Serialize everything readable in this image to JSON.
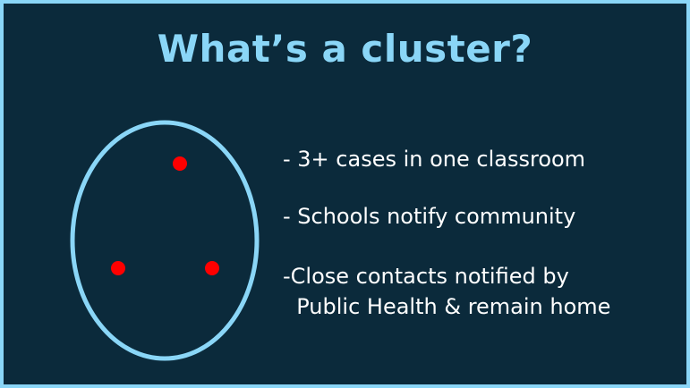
{
  "title": "What’s a cluster?",
  "colors": {
    "accent": "#8ad6f7",
    "background": "#0b2a3b",
    "case_dot": "#ff0000",
    "text": "#ffffff"
  },
  "diagram": {
    "shape": "ellipse",
    "case_count": 3
  },
  "bullets": [
    "- 3+ cases in one classroom",
    "- Schools notify community",
    "-Close contacts notified by",
    "  Public Health & remain home"
  ]
}
